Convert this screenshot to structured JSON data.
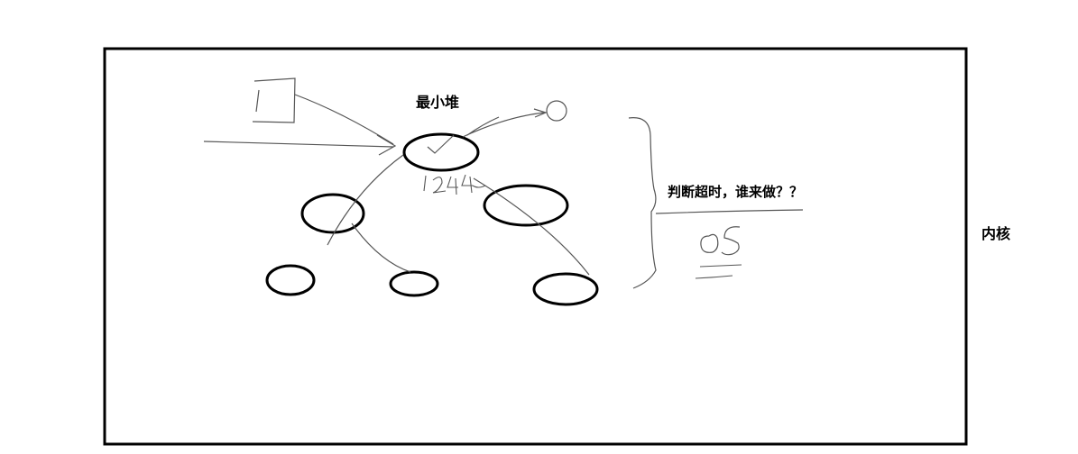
{
  "labels": {
    "heap_title": "最小堆",
    "timeout_question": "判断超时，谁来做？？",
    "handwritten_os": "OS",
    "handwritten_number": "1244",
    "kernel": "内核"
  },
  "colors": {
    "ink": "#000000",
    "background": "#ffffff"
  }
}
